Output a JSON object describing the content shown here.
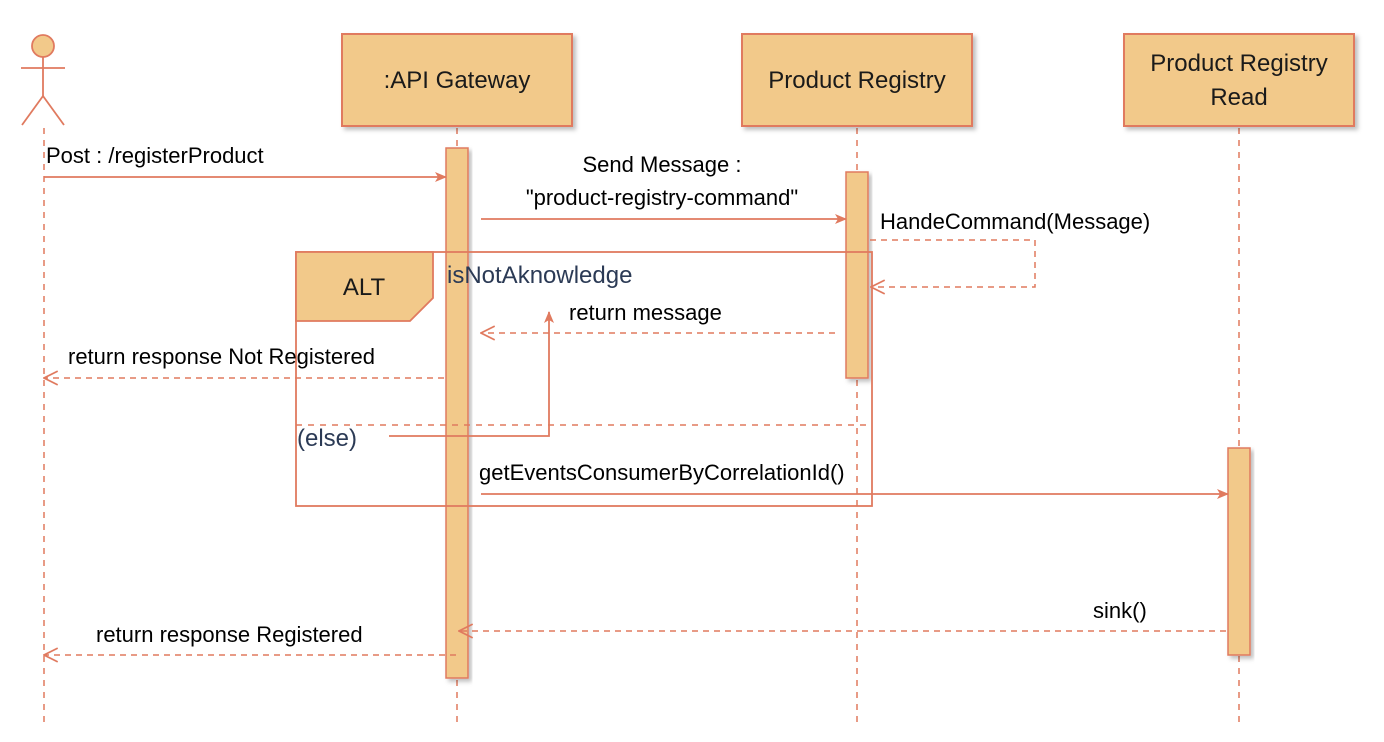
{
  "colors": {
    "stroke": "#e07a5f",
    "fill": "#f2c98a",
    "frame_text": "#2b3a55"
  },
  "participants": {
    "actor": {
      "icon": "stick-figure"
    },
    "gateway": {
      "label": ":API Gateway"
    },
    "registry": {
      "label": "Product Registry"
    },
    "registry_read": {
      "line1": "Product Registry",
      "line2": "Read"
    }
  },
  "messages": {
    "post": "Post : /registerProduct",
    "send_line1": "Send Message :",
    "send_line2": "\"product-registry-command\"",
    "handle": "HandeCommand(Message)",
    "return_message": "return message",
    "not_registered": "return response Not Registered",
    "get_events": "getEventsConsumerByCorrelationId()",
    "sink": "sink()",
    "registered": "return response Registered"
  },
  "alt_frame": {
    "tag": "ALT",
    "guard": "isNotAknowledge",
    "else_label": "(else)"
  }
}
